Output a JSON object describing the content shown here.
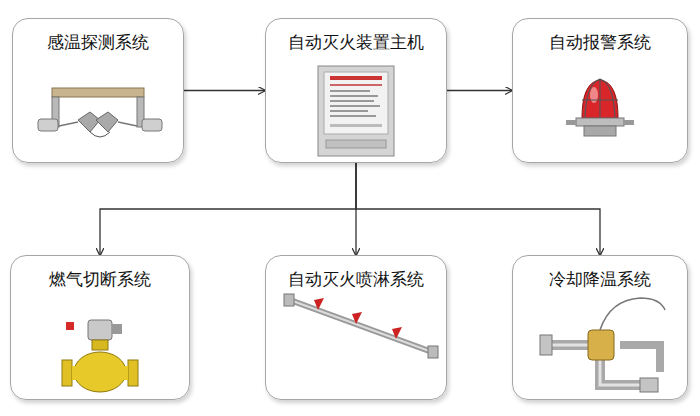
{
  "diagram": {
    "nodes": [
      {
        "text": [
          "感温探测系统"
        ]
      },
      {
        "text": [
          "自动灭火装置主机"
        ]
      },
      {
        "text": [
          "自动报警系统"
        ]
      },
      {
        "text": [
          "燃气切断系统"
        ]
      },
      {
        "text": [
          "自动灭火喷淋系统"
        ]
      },
      {
        "text": [
          "冷却降温系统"
        ]
      }
    ],
    "edges": [
      {
        "from": 0,
        "to": 1,
        "arrow": "to"
      },
      {
        "from": 1,
        "to": 2,
        "arrow": "to"
      },
      {
        "from": 1,
        "to": 3,
        "arrow": "to"
      },
      {
        "from": 1,
        "to": 4,
        "arrow": "to"
      },
      {
        "from": 1,
        "to": 5,
        "arrow": "to"
      }
    ]
  }
}
